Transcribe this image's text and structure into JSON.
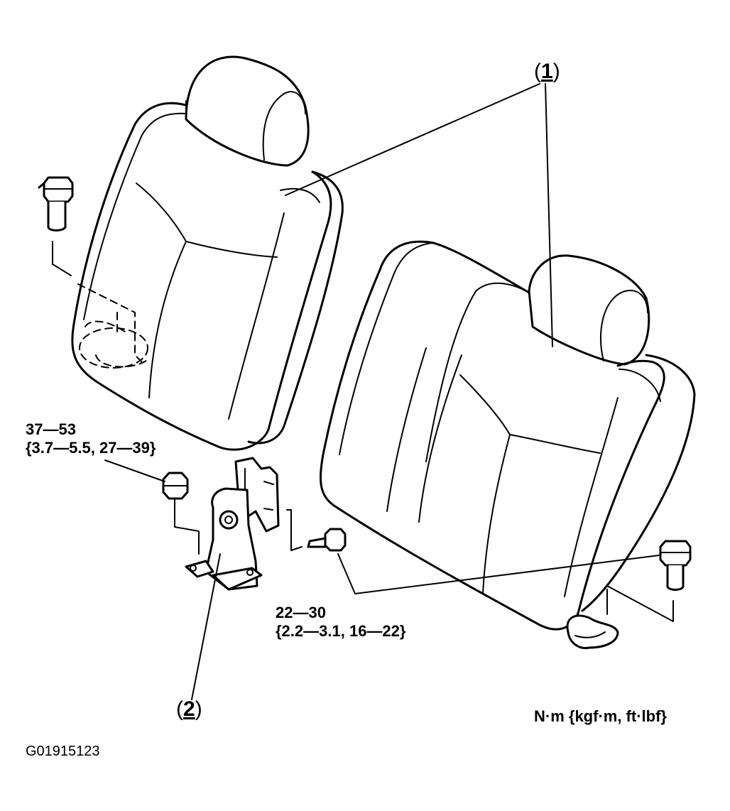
{
  "callouts": {
    "seatback": "1",
    "bracket": "2"
  },
  "torque": {
    "bracket_nut": {
      "line1": "37—53",
      "line2": "{3.7—5.5, 27—39}"
    },
    "seat_bolt": {
      "line1": "22—30",
      "line2": "{2.2—3.1, 16—22}"
    },
    "units": "N·m {kgf·m, ft·lbf}"
  },
  "figure_id": "G01915123",
  "colors": {
    "ink": "#000000",
    "paper": "#ffffff"
  }
}
